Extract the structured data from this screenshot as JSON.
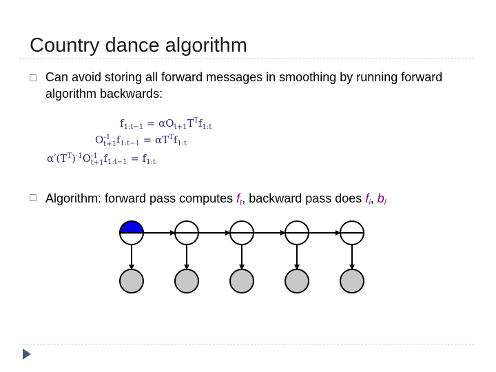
{
  "slide": {
    "title": "Country dance algorithm",
    "bullet_glyph": "□",
    "bullet1": "Can avoid storing all forward messages in smoothing by running forward algorithm backwards:",
    "bullet2": {
      "prefix": "Algorithm: forward pass computes ",
      "f": "f",
      "t": "t",
      "mid": ", backward pass does ",
      "i": "i",
      "comma": ", ",
      "b": "b"
    }
  },
  "diagram": {
    "hidden_node_count": 5,
    "observed_node_count": 5,
    "first_node_half_fill": "#0000e6",
    "observed_fill": "#c8c8c8"
  },
  "colors": {
    "title": "#1a1a1a",
    "accent": "#800080",
    "rule": "#b8c4cc",
    "corner_arrow": "#3f5a75",
    "equation": "#2b2b6b"
  },
  "icons": {
    "nav": "right-triangle-icon",
    "bullet": "square-bullet-icon"
  }
}
